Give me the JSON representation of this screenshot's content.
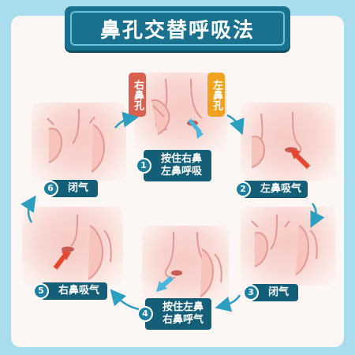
{
  "title": "鼻孔交替呼吸法",
  "tags": {
    "right_nostril": "右鼻孔",
    "left_nostril": "左鼻孔"
  },
  "steps": [
    {
      "number": "1",
      "lines": [
        "按住右鼻",
        "左鼻呼吸"
      ]
    },
    {
      "number": "2",
      "lines": [
        "左鼻吸气"
      ]
    },
    {
      "number": "3",
      "lines": [
        "闭气"
      ]
    },
    {
      "number": "4",
      "lines": [
        "按住左鼻",
        "右鼻呼气"
      ]
    },
    {
      "number": "5",
      "lines": [
        "右鼻吸气"
      ]
    },
    {
      "number": "6",
      "lines": [
        "闭气"
      ]
    }
  ],
  "colors": {
    "background": "#A9DCEC",
    "card": "#FCF6F4",
    "label_bg": "#145E78",
    "arrow_teal": "#2C9EC0",
    "air_blue": "#4AB6DD",
    "air_red": "#E5462F",
    "tag_red": "#D9604F",
    "tag_orange": "#F0A21E",
    "skin_line": "#E39A94"
  }
}
